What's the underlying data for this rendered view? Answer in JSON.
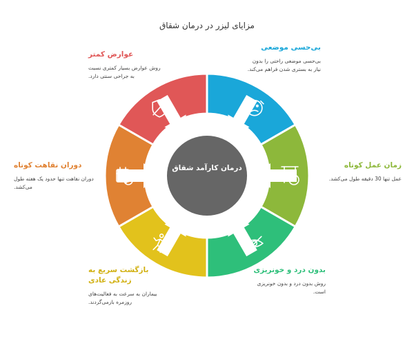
{
  "title": "مزایای لیزر در درمان شقاق",
  "center": "درمان کارآمد شقاق",
  "items": [
    {
      "head": "بی‌حسی موضعی",
      "desc": "بی‌حسی موضعی راحتی را بدون نیاز به بستری شدن فراهم می‌کند.",
      "color": "#1AA7D9",
      "icon": "face-icon"
    },
    {
      "head": "زمان عمل کوتاه",
      "desc": "عمل تنها 30 دقیقه طول می‌کشد.",
      "color": "#8DB83B",
      "icon": "timer-icon"
    },
    {
      "head": "بدون درد و خونریزی",
      "desc": "روش بدون درد و بدون خونریزی است.",
      "color": "#2EBF7A",
      "icon": "eye-slash-icon"
    },
    {
      "head": "بازگشت سریع به زندگی عادی",
      "desc": "بیماران به سرعت به فعالیت‌های روزمره بازمی‌گردند.",
      "color": "#E2C21C",
      "icon": "running-person-icon"
    },
    {
      "head": "دوران نقاهت کوتاه",
      "desc": "دوران نقاهت تنها حدود یک هفته طول می‌کشد.",
      "color": "#E08233",
      "icon": "calendar-cancel-icon"
    },
    {
      "head": "عوارض کمتر",
      "desc": "روش عوارض بسیار کمتری نسبت به جراحی سنتی دارد.",
      "color": "#E05757",
      "icon": "shield-slash-icon"
    }
  ]
}
